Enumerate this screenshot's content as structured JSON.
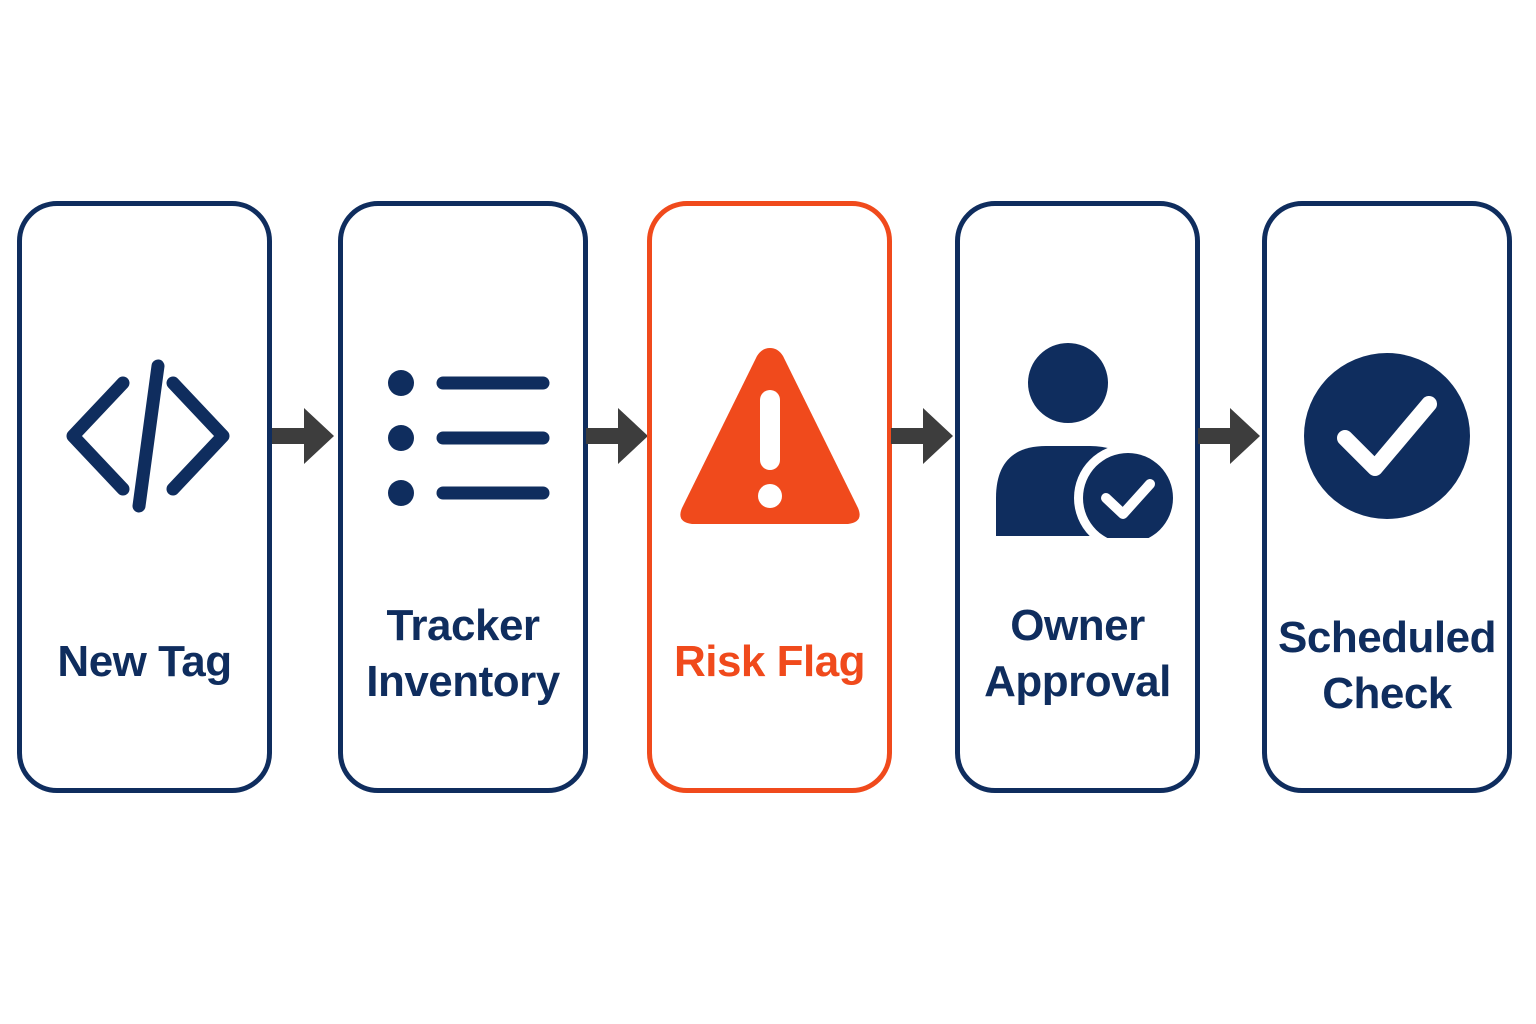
{
  "colors": {
    "primary": "#0f2d5e",
    "alert": "#f04a1c",
    "arrow": "#3d3d3d",
    "background": "#ffffff"
  },
  "steps": [
    {
      "label": "New Tag",
      "icon": "code-icon"
    },
    {
      "label": "Tracker\nInventory",
      "icon": "list-icon"
    },
    {
      "label": "Risk Flag",
      "icon": "warning-icon"
    },
    {
      "label": "Owner\nApproval",
      "icon": "user-check-icon"
    },
    {
      "label": "Scheduled\nCheck",
      "icon": "check-circle-icon"
    }
  ]
}
